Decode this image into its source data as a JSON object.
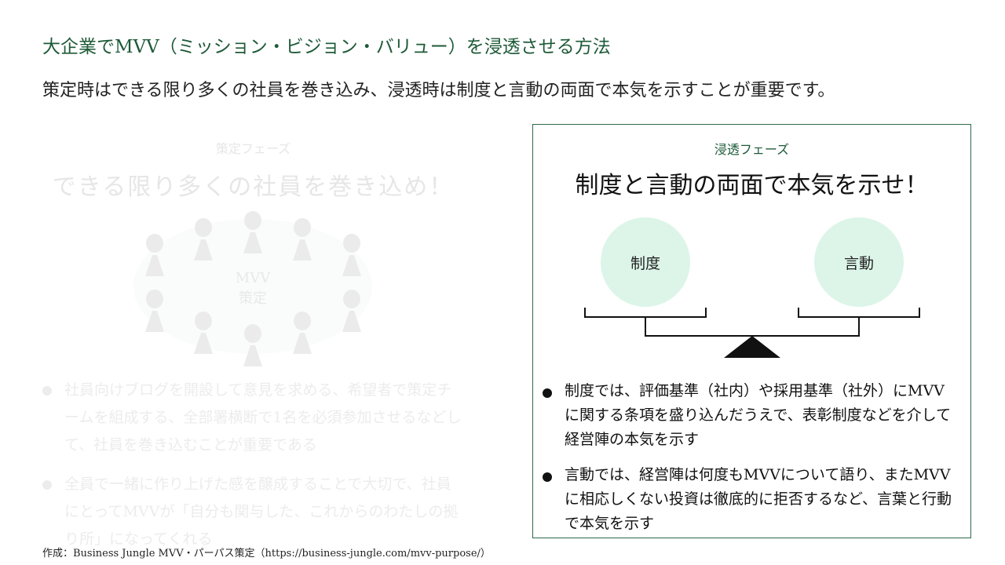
{
  "title": "大企業でMVV（ミッション・ビジョン・バリュー）を浸透させる方法",
  "subtitle": "策定時はできる限り多くの社員を巻き込み、浸透時は制度と言動の両面で本気を示すことが重要です。",
  "left": {
    "phase": "策定フェーズ",
    "headline": "できる限り多くの社員を巻き込め！",
    "center_line1": "MVV",
    "center_line2": "策定",
    "bullets": [
      "社員向けブログを開設して意見を求める、希望者で策定チームを組成する、全部署横断で1名を必須参加させるなどして、社員を巻き込むことが重要である",
      "全員で一緒に作り上げた感を醸成することで大切で、社員にとってMVVが「自分も関与した、これからのわたしの拠り所」になってくれる"
    ]
  },
  "right": {
    "phase": "浸透フェーズ",
    "headline": "制度と言動の両面で本気を示せ！",
    "circle_left": "制度",
    "circle_right": "言動",
    "bullets": [
      "制度では、評価基準（社内）や採用基準（社外）にMVVに関する条項を盛り込んだうえで、表彰制度などを介して経営陣の本気を示す",
      "言動では、経営陣は何度もMVVについて語り、またMVVに相応しくない投資は徹底的に拒否するなど、言葉と行動で本気を示す"
    ]
  },
  "source": "作成：Business Jungle MVV・パーパス策定（https://business-jungle.com/mvv-purpose/）"
}
